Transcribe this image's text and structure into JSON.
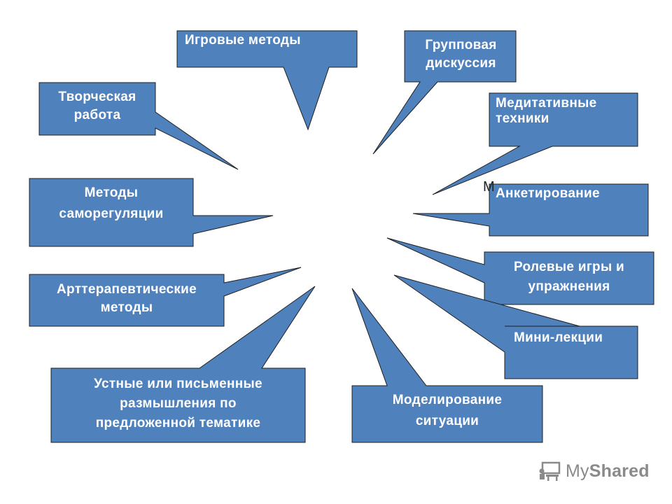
{
  "nodes": {
    "igrovye": "Игровые методы",
    "gruppovaya": "Групповая\nдискуссия",
    "tvorcheskaya": "Творческая\nработа",
    "meditativnye": "Медитативные\nтехники",
    "anketirovanie": "Анкетирование",
    "samoregulyatsiya": "Методы\nсаморегуляции",
    "rolevye": "Ролевые игры и\nупражнения",
    "artterapiya": "Арттерапевтические\nметоды",
    "mini_lektsii": "Мини-лекции",
    "ustnye": "Устные или письменные\nразмышления по\nпредложенной тематике",
    "modelirovanie": "Моделирование\nситуации"
  },
  "stray_text": "М",
  "logo": {
    "icon": "classroom-icon",
    "text_my": "My",
    "text_shared": "Shared",
    "color": "#8a8a8a"
  },
  "colors": {
    "callout_fill": "#4f81bd",
    "callout_stroke": "#1f1f1f",
    "label_text": "#ffffff"
  }
}
